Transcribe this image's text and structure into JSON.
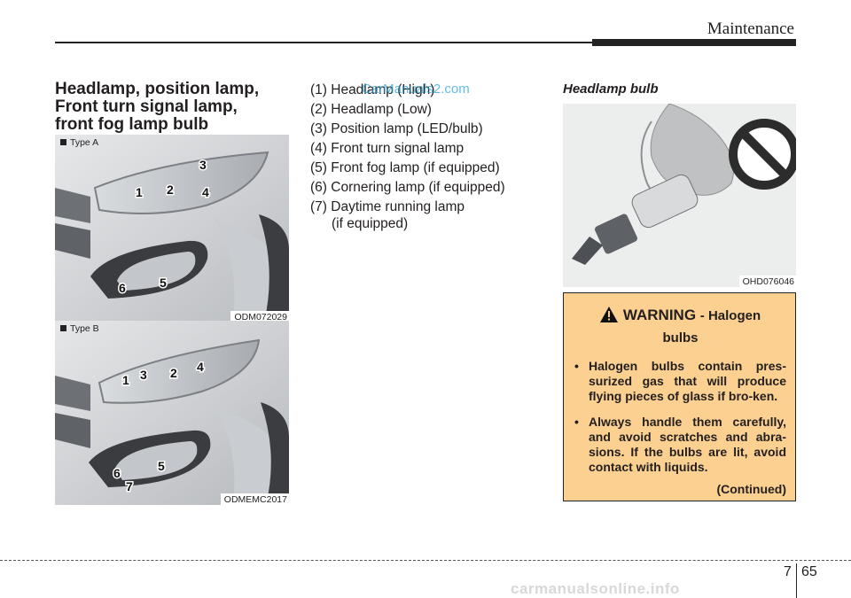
{
  "header": {
    "title": "Maintenance"
  },
  "section": {
    "title": "Headlamp, position lamp, Front turn signal lamp, front fog lamp bulb replacement"
  },
  "figures": {
    "type_a": {
      "label": "Type A",
      "code": "ODM072029",
      "callouts": [
        "1",
        "2",
        "3",
        "4",
        "5",
        "6"
      ]
    },
    "type_b": {
      "label": "Type B",
      "code": "ODMEMC2017",
      "callouts": [
        "1",
        "2",
        "3",
        "4",
        "5",
        "6",
        "7"
      ]
    }
  },
  "parts_list": {
    "items": [
      "(1) Headlamp (High)",
      "(2) Headlamp (Low)",
      "(3) Position lamp (LED/bulb)",
      "(4) Front turn signal lamp",
      "(5) Front fog lamp (if equipped)",
      "(6) Cornering lamp (if equipped)",
      "(7) Daytime running lamp"
    ],
    "item7_cont": "(if equipped)"
  },
  "watermark": "CarManuals2.com",
  "bulb": {
    "title": "Headlamp bulb",
    "code": "OHD076046"
  },
  "warning": {
    "word": "WARNING",
    "subject": "- Halogen",
    "subject2": "bulbs",
    "bullets": [
      "Halogen bulbs contain pres-surized gas that will produce flying pieces of glass if bro-ken.",
      "Always handle them carefully, and avoid scratches and abra-sions. If the bulbs are lit, avoid contact with liquids."
    ],
    "continued": "(Continued)",
    "bg_color": "#fbd090"
  },
  "footer": {
    "chapter": "7",
    "page": "65",
    "brand": "carmanualsonline.info"
  }
}
